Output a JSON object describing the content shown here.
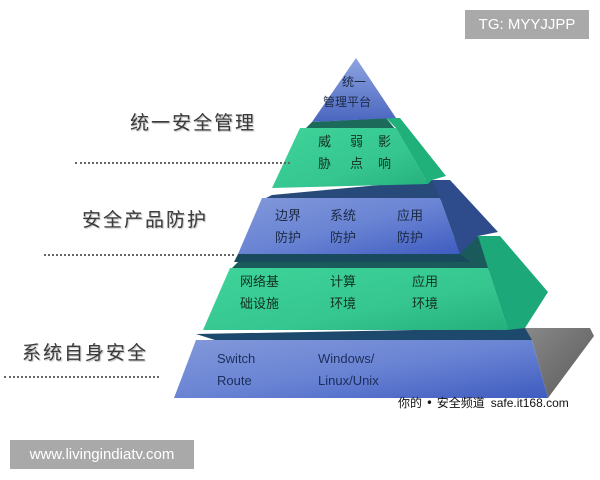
{
  "diagram": {
    "type": "pyramid",
    "side_labels": [
      "统一安全管理",
      "安全产品防护",
      "系统自身安全"
    ],
    "layers": [
      {
        "name": "top",
        "color": "#5a78c8",
        "cells": [
          {
            "line1": "统一",
            "line2": "管理平台"
          }
        ]
      },
      {
        "name": "threat",
        "color": "#2fc08a",
        "cells": [
          {
            "line1": "威",
            "line2": "胁"
          },
          {
            "line1": "弱",
            "line2": "点"
          },
          {
            "line1": "影",
            "line2": "响"
          }
        ]
      },
      {
        "name": "product",
        "color": "#5670c8",
        "cells": [
          {
            "line1": "边界",
            "line2": "防护"
          },
          {
            "line1": "系统",
            "line2": "防护"
          },
          {
            "line1": "应用",
            "line2": "防护"
          }
        ]
      },
      {
        "name": "environment",
        "color": "#2fc08a",
        "cells": [
          {
            "line1": "网络基",
            "line2": "础设施"
          },
          {
            "line1": "计算",
            "line2": "环境"
          },
          {
            "line1": "应用",
            "line2": "环境"
          }
        ]
      },
      {
        "name": "system",
        "color": "#4a6cc8",
        "cells": [
          {
            "line1": "Switch",
            "line2": "Route"
          },
          {
            "line1": "Windows/",
            "line2": "Linux/Unix"
          }
        ]
      }
    ],
    "credit": {
      "cn": "你的 • 安全频道",
      "site": "safe.it168.com"
    }
  },
  "watermarks": {
    "top_right": "TG: MYYJJPP",
    "bottom_left": "www.livingindiatv.com"
  },
  "colors": {
    "blue_front": "#5a78cc",
    "blue_side": "#2e4a8e",
    "green_front": "#34c690",
    "green_side": "#1a9c6c",
    "gray_side": "#707070",
    "dark_top": "#1f4a6a"
  }
}
